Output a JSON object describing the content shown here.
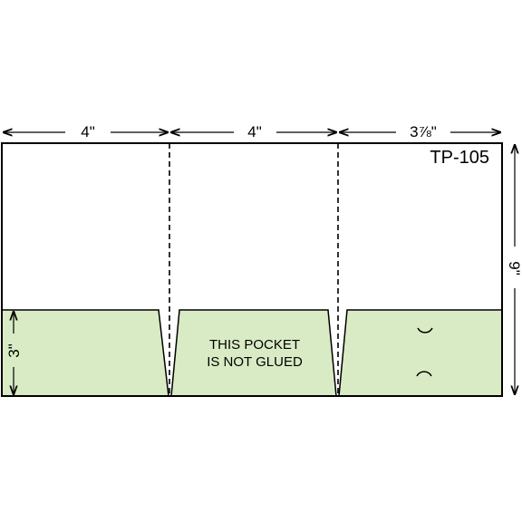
{
  "diagram": {
    "model": "TP-105",
    "dimensions": {
      "panel_1_width": "4\"",
      "panel_2_width": "4\"",
      "panel_3_width": "3⅞\"",
      "height": "9\"",
      "pocket_height": "3\""
    },
    "pocket_note": {
      "line1": "THIS POCKET",
      "line2": "IS NOT GLUED"
    },
    "colors": {
      "pocket_fill": "#d9ebc4",
      "outline": "#000000",
      "background": "#ffffff"
    }
  }
}
